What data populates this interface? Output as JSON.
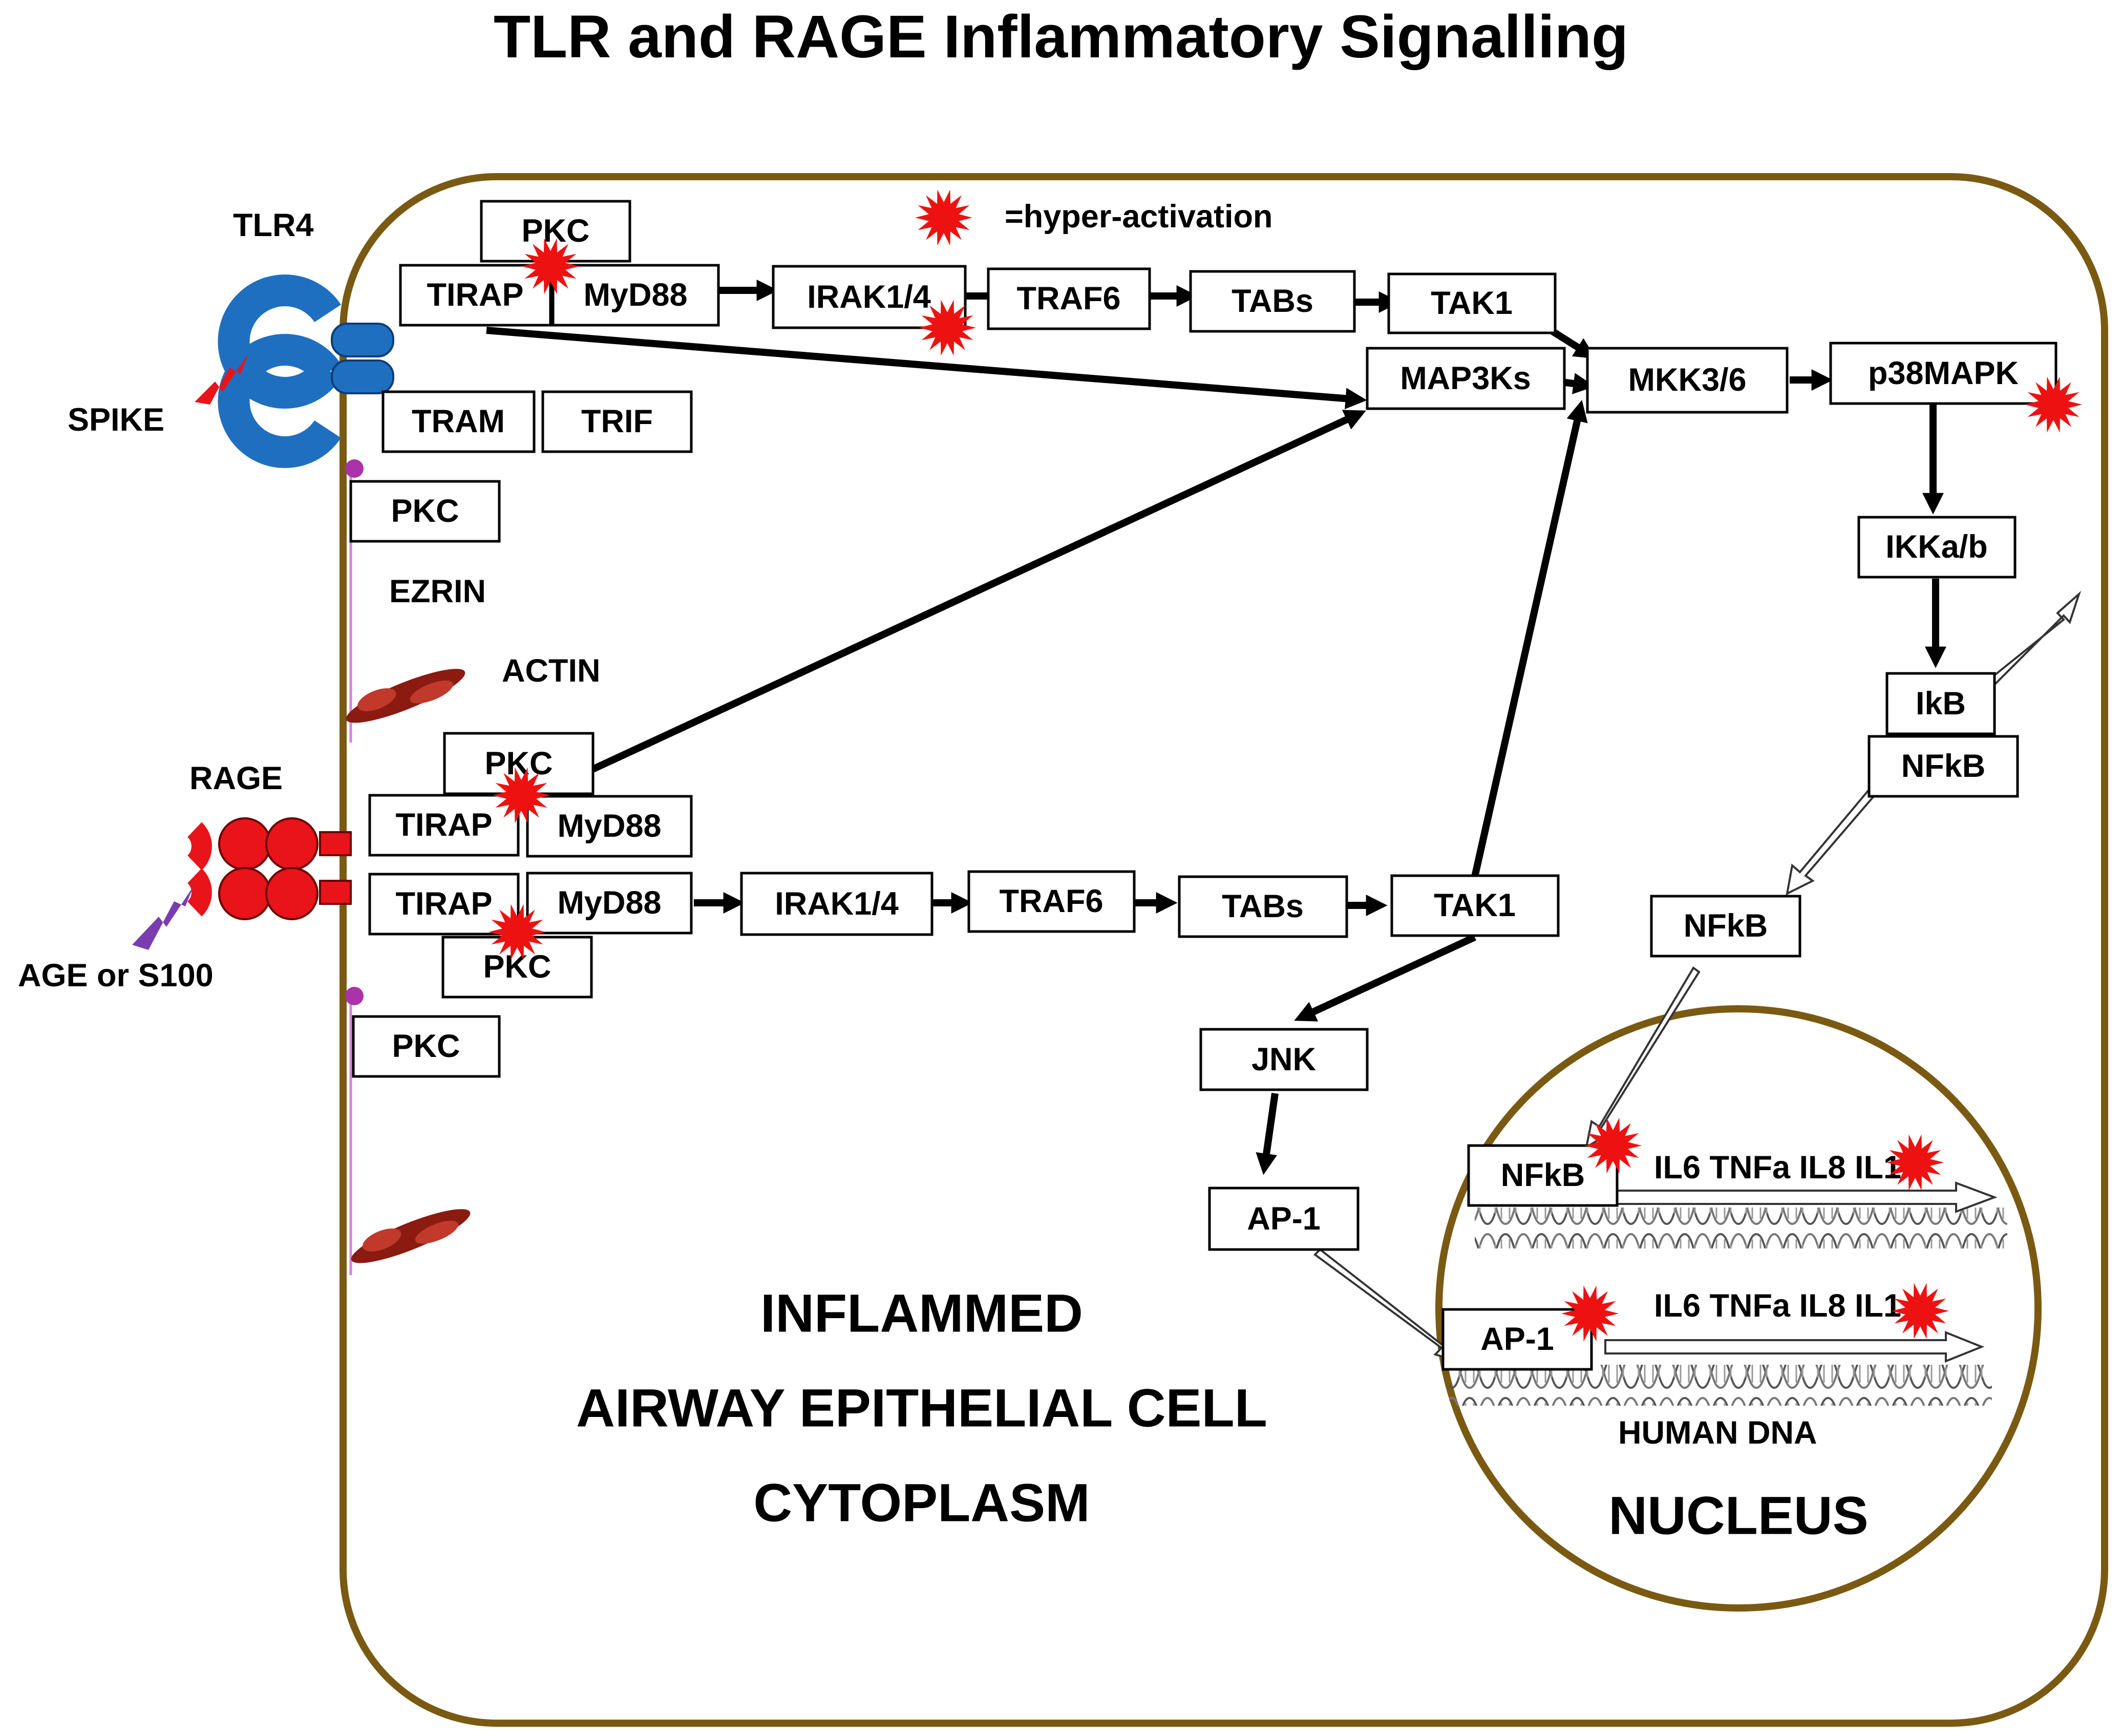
{
  "title": "TLR and RAGE Inflammatory Signalling",
  "legend": {
    "text": "=hyper-activation"
  },
  "receptors": {
    "tlr4": "TLR4",
    "spike": "SPIKE",
    "rage": "RAGE",
    "age": "AGE or S100"
  },
  "labels": {
    "ezrin": "EZRIN",
    "actin": "ACTIN",
    "cell_line1": "INFLAMMED",
    "cell_line2": "AIRWAY EPITHELIAL CELL",
    "cell_line3": "CYTOPLASM",
    "nucleus": "NUCLEUS",
    "genes1": "IL6 TNFa IL8 IL1",
    "genes2": "IL6 TNFa IL8 IL1",
    "dna": "HUMAN DNA"
  },
  "nodes": {
    "pkc_top": "PKC",
    "tirap1": "TIRAP",
    "myd88_1": "MyD88",
    "irak1": "IRAK1/4",
    "traf6_1": "TRAF6",
    "tabs1": "TABs",
    "tak1_1": "TAK1",
    "map3ks": "MAP3Ks",
    "mkk": "MKK3/6",
    "p38": "p38MAPK",
    "ikk": "IKKa/b",
    "ikb": "IkB",
    "nfkb1": "NFkB",
    "nfkb2": "NFkB",
    "tram": "TRAM",
    "trif": "TRIF",
    "pkc_mem1": "PKC",
    "pkc_r1": "PKC",
    "tirap2": "TIRAP",
    "myd88_2": "MyD88",
    "tirap3": "TIRAP",
    "myd88_3": "MyD88",
    "pkc_r2": "PKC",
    "irak2": "IRAK1/4",
    "traf6_2": "TRAF6",
    "tabs2": "TABs",
    "tak1_2": "TAK1",
    "pkc_mem2": "PKC",
    "jnk": "JNK",
    "ap1_1": "AP-1",
    "nfkb_nuc": "NFkB",
    "ap1_nuc": "AP-1"
  },
  "colors": {
    "membrane": "#7a5a12",
    "tlr4": "#1f6fc0",
    "rage": "#e8141a",
    "spike": "#e8141a",
    "age": "#7a3db0",
    "star": "#ee1111",
    "actin": "#8b1a10"
  }
}
